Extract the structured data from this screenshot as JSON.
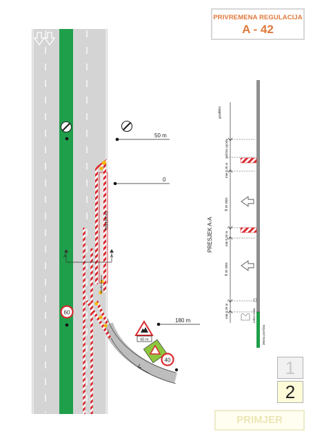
{
  "title": {
    "line1": "PRIVREMENA REGULACIJA",
    "code": "A - 42"
  },
  "plan": {
    "dist_50": "50 m",
    "dist_0": "0",
    "dist_180": "180 m",
    "gradiliste": "Gradilište",
    "zastitna_ograda": "zaštitna ograda",
    "sign_60": "60",
    "sign_40": "40",
    "sign_60m": "60 m",
    "section_marker": "A"
  },
  "section": {
    "title": "PRESJEK A-A",
    "gradiliste": "gradilište",
    "zastitna_ograda": "zaštitna ograda",
    "min_035_top": "min 0,35 m",
    "min_035_mid": "min 0,35 m",
    "min_035_bot": "min 0,35 m",
    "lane_width_1": "8 m min",
    "lane_width_2": "8 m min",
    "rubna_traka": "rubna traka",
    "zelena_povrsina": "zelena površina",
    "colors": {
      "grey": "#9a9a9a",
      "red": "#d8282e",
      "green": "#1f9f4a"
    }
  },
  "pages": {
    "p1": "1",
    "p2": "2"
  },
  "footer": {
    "label": "PRIMJER"
  }
}
